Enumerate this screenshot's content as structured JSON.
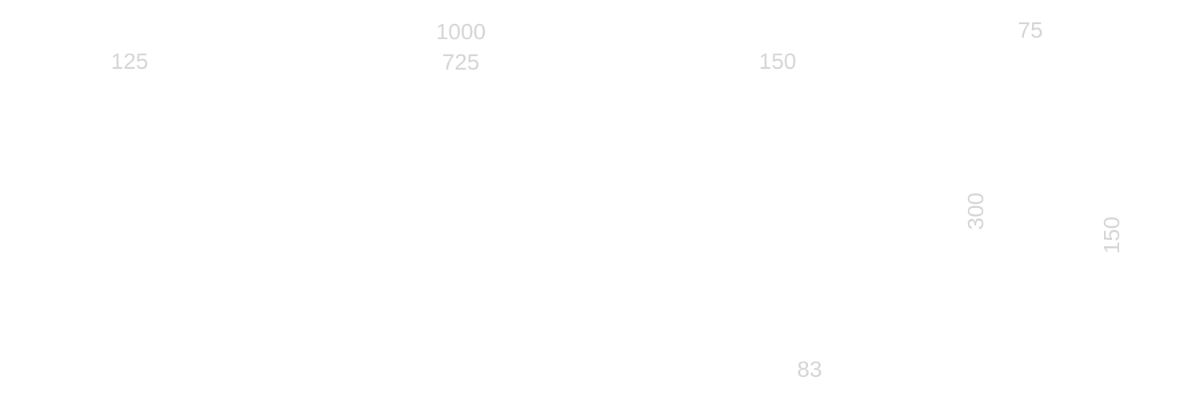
{
  "colors": {
    "background": "#ffffff",
    "label": "#d4d4d4"
  },
  "labels": [
    "125",
    "1000",
    "725",
    "150",
    "75",
    "300",
    "150",
    "83"
  ]
}
